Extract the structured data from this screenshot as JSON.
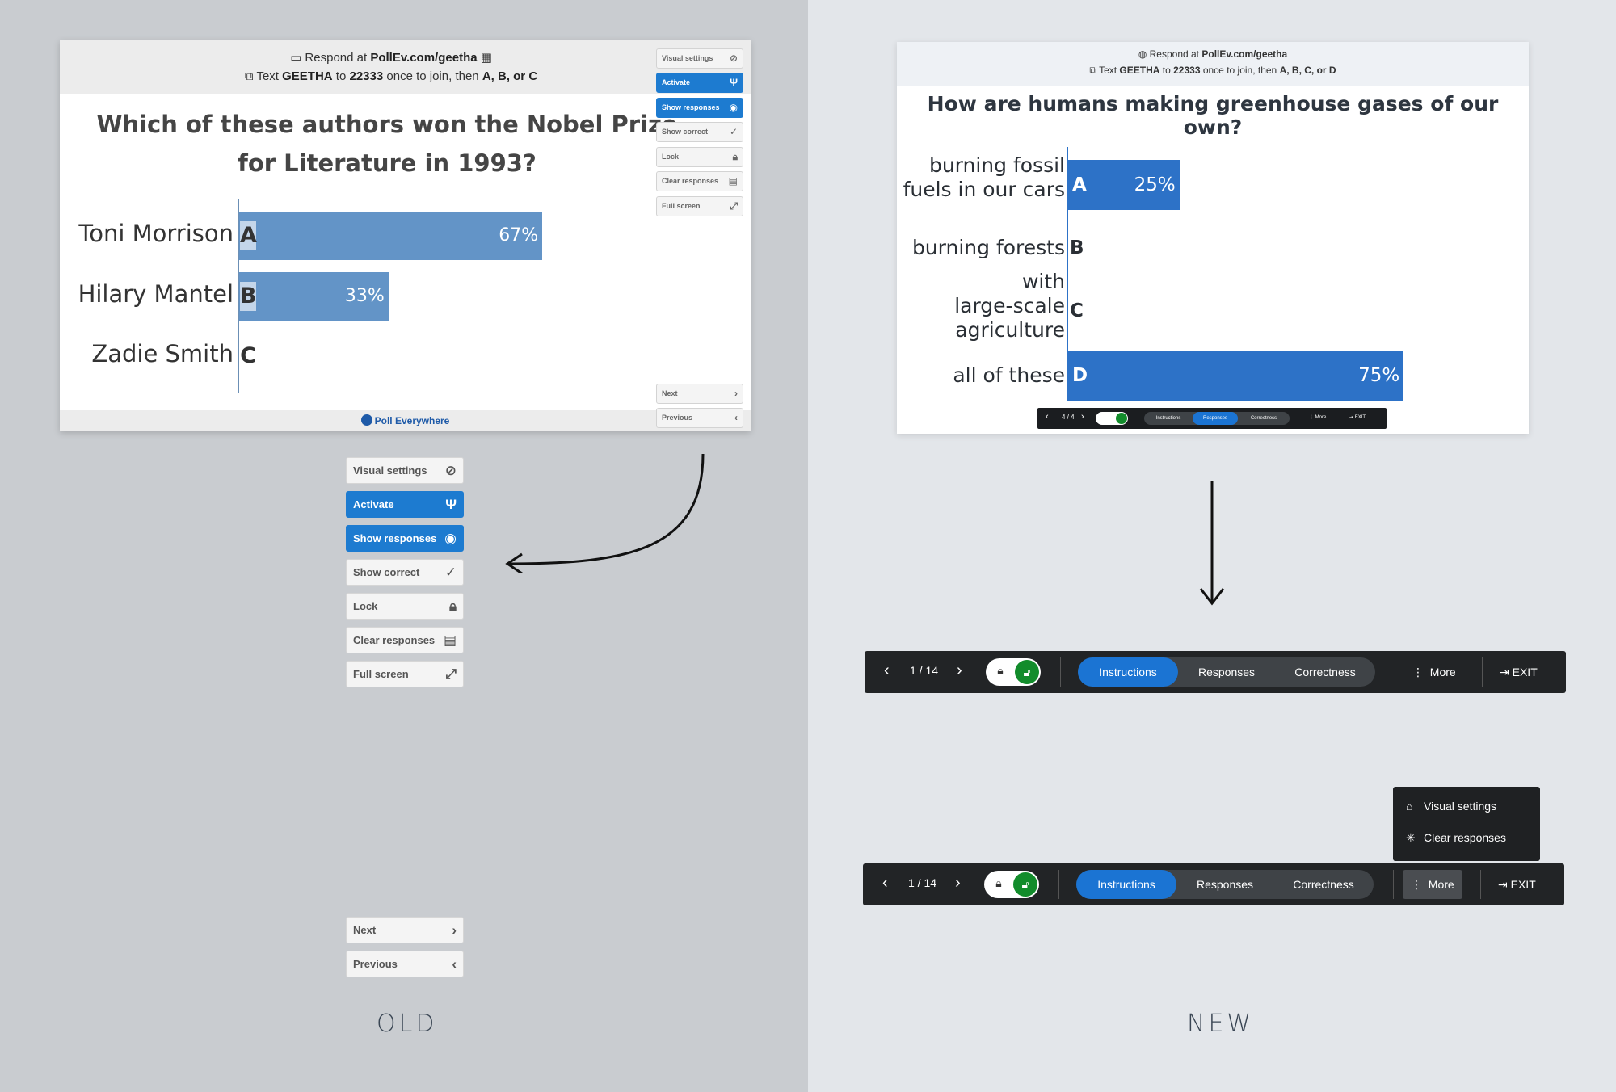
{
  "captions": {
    "old": "OLD",
    "new": "NEW"
  },
  "old_slide": {
    "respond_prefix": "Respond at ",
    "respond_url": "PollEv.com/geetha",
    "text_prefix": "Text ",
    "text_code": "GEETHA",
    "text_to": " to ",
    "text_number": "22333",
    "text_suffix": " once to join, then ",
    "text_options": "A, B, or C",
    "question": "Which of these authors won the Nobel Prize for Literature in 1993?",
    "footer_brand": "Poll Everywhere",
    "options": [
      {
        "label": "Toni Morrison",
        "letter": "A",
        "percent_label": "67%",
        "percent": 67
      },
      {
        "label": "Hilary Mantel",
        "letter": "B",
        "percent_label": "33%",
        "percent": 33
      },
      {
        "label": "Zadie Smith",
        "letter": "C",
        "percent_label": "",
        "percent": 0
      }
    ]
  },
  "old_controls": {
    "visual_settings": "Visual settings",
    "activate": "Activate",
    "show_responses": "Show responses",
    "show_correct": "Show correct",
    "lock": "Lock",
    "clear_responses": "Clear responses",
    "full_screen": "Full screen",
    "next": "Next",
    "previous": "Previous"
  },
  "new_slide": {
    "respond_prefix": "Respond at ",
    "respond_url": "PollEv.com/geetha",
    "text_prefix": "Text ",
    "text_code": "GEETHA",
    "text_to": " to ",
    "text_number": "22333",
    "text_suffix": " once to join, then ",
    "text_options": "A, B, C, or D",
    "question": "How are humans making greenhouse gases of our own?",
    "options": [
      {
        "label_lines": [
          "burning fossil",
          "fuels in our cars"
        ],
        "letter": "A",
        "percent_label": "25%",
        "percent": 25
      },
      {
        "label_lines": [
          "burning forests"
        ],
        "letter": "B",
        "percent_label": "",
        "percent": 0
      },
      {
        "label_lines": [
          "with",
          "large-scale",
          "agriculture"
        ],
        "letter": "C",
        "percent_label": "",
        "percent": 0
      },
      {
        "label_lines": [
          "all of these"
        ],
        "letter": "D",
        "percent_label": "75%",
        "percent": 75
      }
    ],
    "mini_toolbar": {
      "page": "4 / 4",
      "instructions": "Instructions",
      "responses": "Responses",
      "correctness": "Correctness",
      "more": "More",
      "exit": "EXIT"
    }
  },
  "toolbar": {
    "page": "1 / 14",
    "instructions": "Instructions",
    "responses": "Responses",
    "correctness": "Correctness",
    "more": "More",
    "exit": "EXIT"
  },
  "more_menu": {
    "visual_settings": "Visual settings",
    "clear_responses": "Clear responses"
  },
  "colors": {
    "accent_blue": "#1d7bd0",
    "old_bar": "#6394c7",
    "new_bar": "#2d72c7",
    "unlock_green": "#128c2b",
    "toolbar_bg": "#222426"
  }
}
